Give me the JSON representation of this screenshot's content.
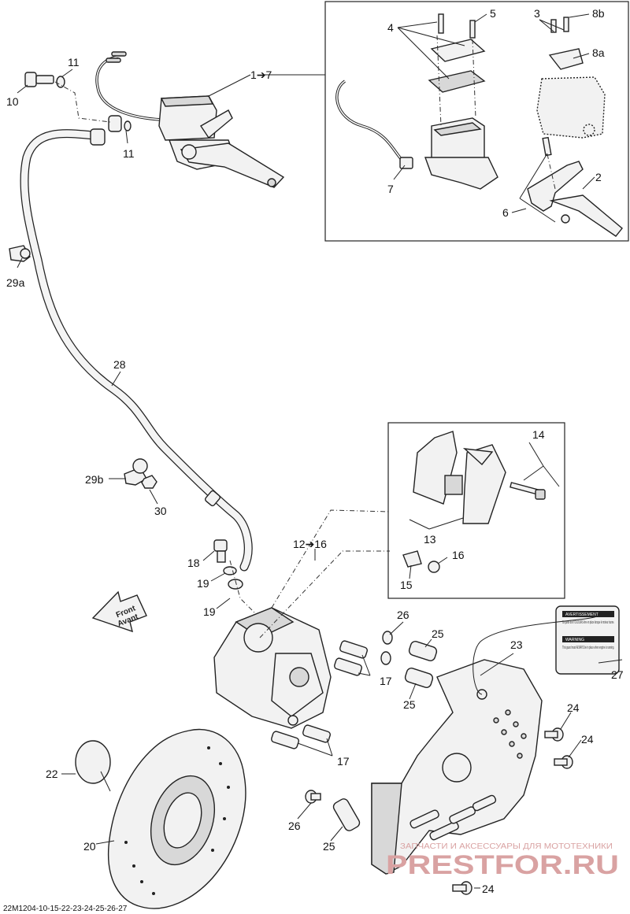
{
  "diagram": {
    "reference_code": "22M1204-10-15-22-23-24-25-26-27",
    "direction_badge": {
      "line1": "Front",
      "line2": "Avant"
    },
    "warning_label": {
      "title_fr": "AVERTISSEMENT",
      "text_fr": "Ce garde doit TOUJOURS être en place lorsque le moteur tourne.",
      "title_en": "WARNING",
      "text_en": "This guard must ALWAYS be in place when engine is running."
    },
    "callouts": {
      "c1_7": "1➔7",
      "c2": "2",
      "c3": "3",
      "c4": "4",
      "c5": "5",
      "c6": "6",
      "c7": "7",
      "c8a": "8a",
      "c8b": "8b",
      "c10": "10",
      "c11a": "11",
      "c11b": "11",
      "c12_16": "12➔16",
      "c13": "13",
      "c14": "14",
      "c15": "15",
      "c16": "16",
      "c17a": "17",
      "c17b": "17",
      "c18": "18",
      "c19a": "19",
      "c19b": "19",
      "c20": "20",
      "c22": "22",
      "c23": "23",
      "c24a": "24",
      "c24b": "24",
      "c24c": "24",
      "c25a": "25",
      "c25b": "25",
      "c25c": "25",
      "c26a": "26",
      "c26b": "26",
      "c27": "27",
      "c28": "28",
      "c29a": "29a",
      "c29b": "29b",
      "c30": "30"
    },
    "watermark": {
      "caption": "ЗАПЧАСТИ И АКСЕССУАРЫ ДЛЯ МОТОТЕХНИКИ",
      "site": "PRESTFOR.RU"
    },
    "colors": {
      "line": "#222222",
      "part_fill": "#f2f2f2",
      "watermark": "#d9a2a2"
    }
  }
}
